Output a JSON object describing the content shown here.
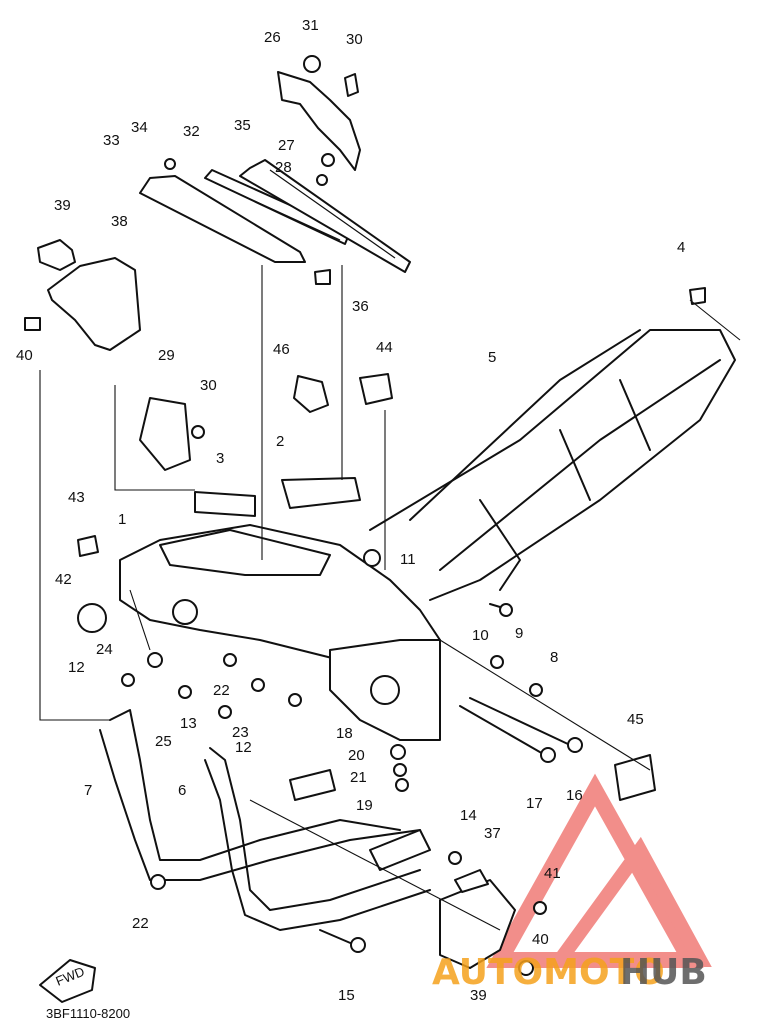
{
  "diagram": {
    "code": "3BF1110-8200",
    "fwd_label": "FWD",
    "part_numbers": [
      "1",
      "2",
      "3",
      "4",
      "5",
      "6",
      "7",
      "8",
      "9",
      "10",
      "11",
      "12",
      "12",
      "13",
      "14",
      "15",
      "16",
      "17",
      "18",
      "19",
      "20",
      "21",
      "22",
      "22",
      "23",
      "24",
      "25",
      "26",
      "27",
      "28",
      "29",
      "30",
      "30",
      "31",
      "32",
      "33",
      "34",
      "35",
      "36",
      "37",
      "38",
      "39",
      "39",
      "40",
      "40",
      "41",
      "42",
      "43",
      "44",
      "45",
      "46"
    ]
  },
  "watermark": {
    "brand_left": "AUTOMOTO",
    "brand_right": "HUB",
    "colors": {
      "logo": "#e8322b",
      "left_text": "#f5a11c",
      "right_text": "#555555"
    }
  }
}
